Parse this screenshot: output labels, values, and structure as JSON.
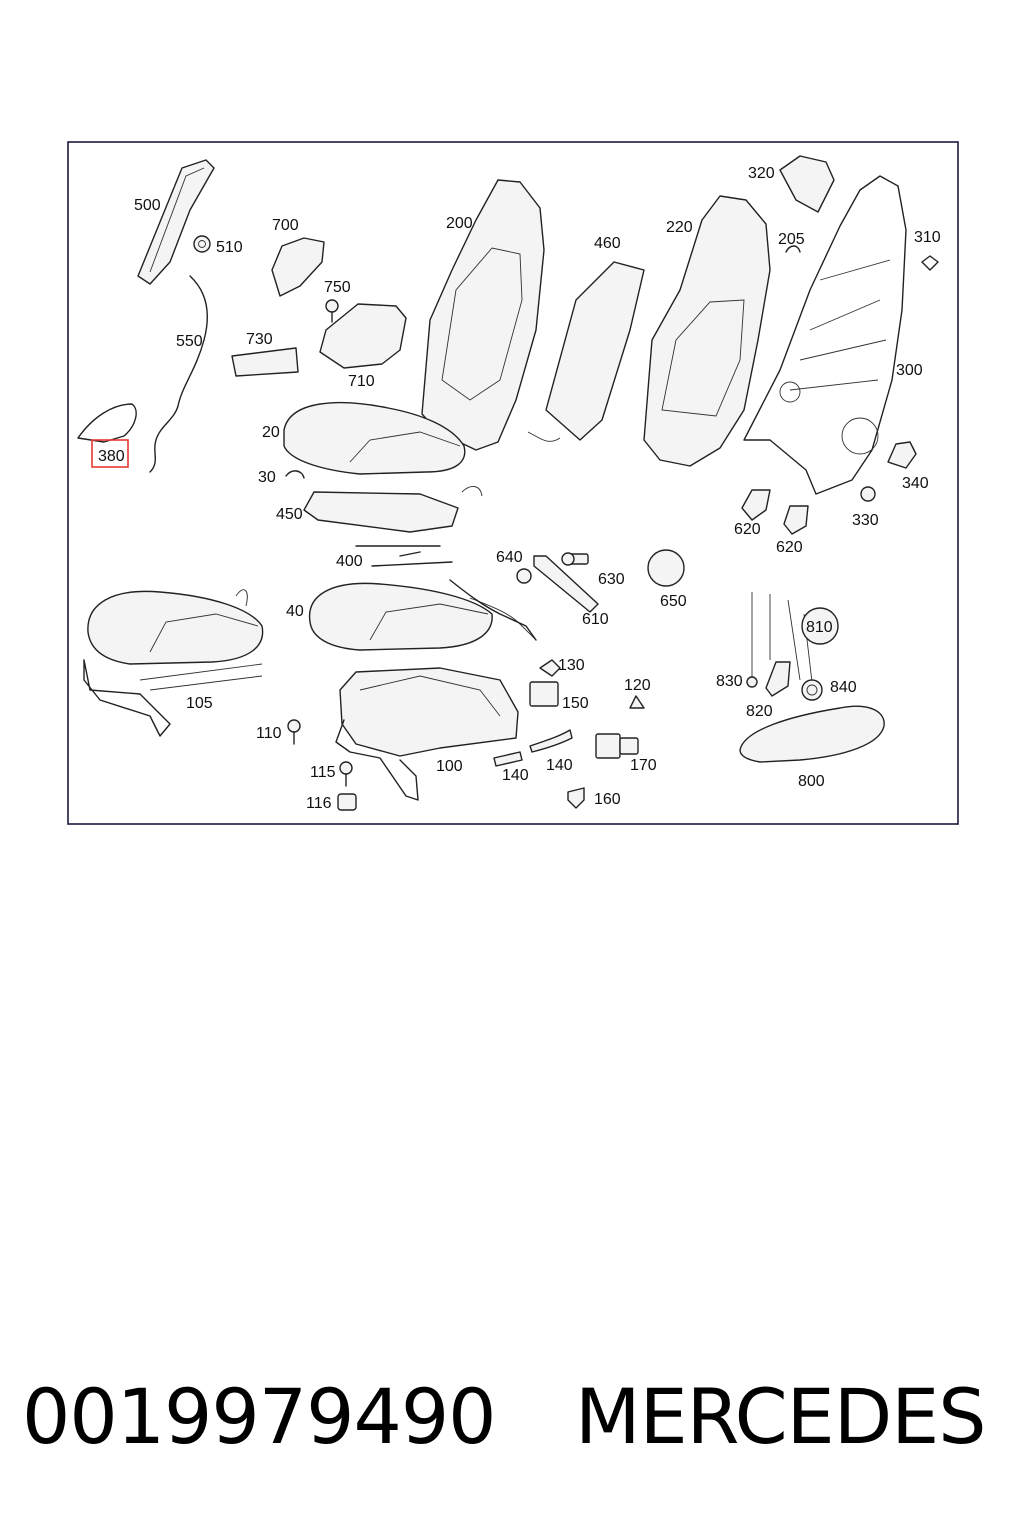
{
  "diagram": {
    "highlight_color": "#e53935",
    "highlighted_callout": "380",
    "callouts": [
      "500",
      "510",
      "700",
      "750",
      "730",
      "710",
      "550",
      "380",
      "200",
      "20",
      "30",
      "450",
      "400",
      "460",
      "220",
      "320",
      "205",
      "310",
      "300",
      "340",
      "330",
      "620",
      "620",
      "640",
      "630",
      "650",
      "610",
      "810",
      "830",
      "840",
      "820",
      "800",
      "40",
      "105",
      "110",
      "115",
      "116",
      "100",
      "130",
      "150",
      "140",
      "140",
      "120",
      "160",
      "170"
    ]
  },
  "footer": {
    "part_number": "0019979490",
    "brand": "MERCEDES"
  }
}
